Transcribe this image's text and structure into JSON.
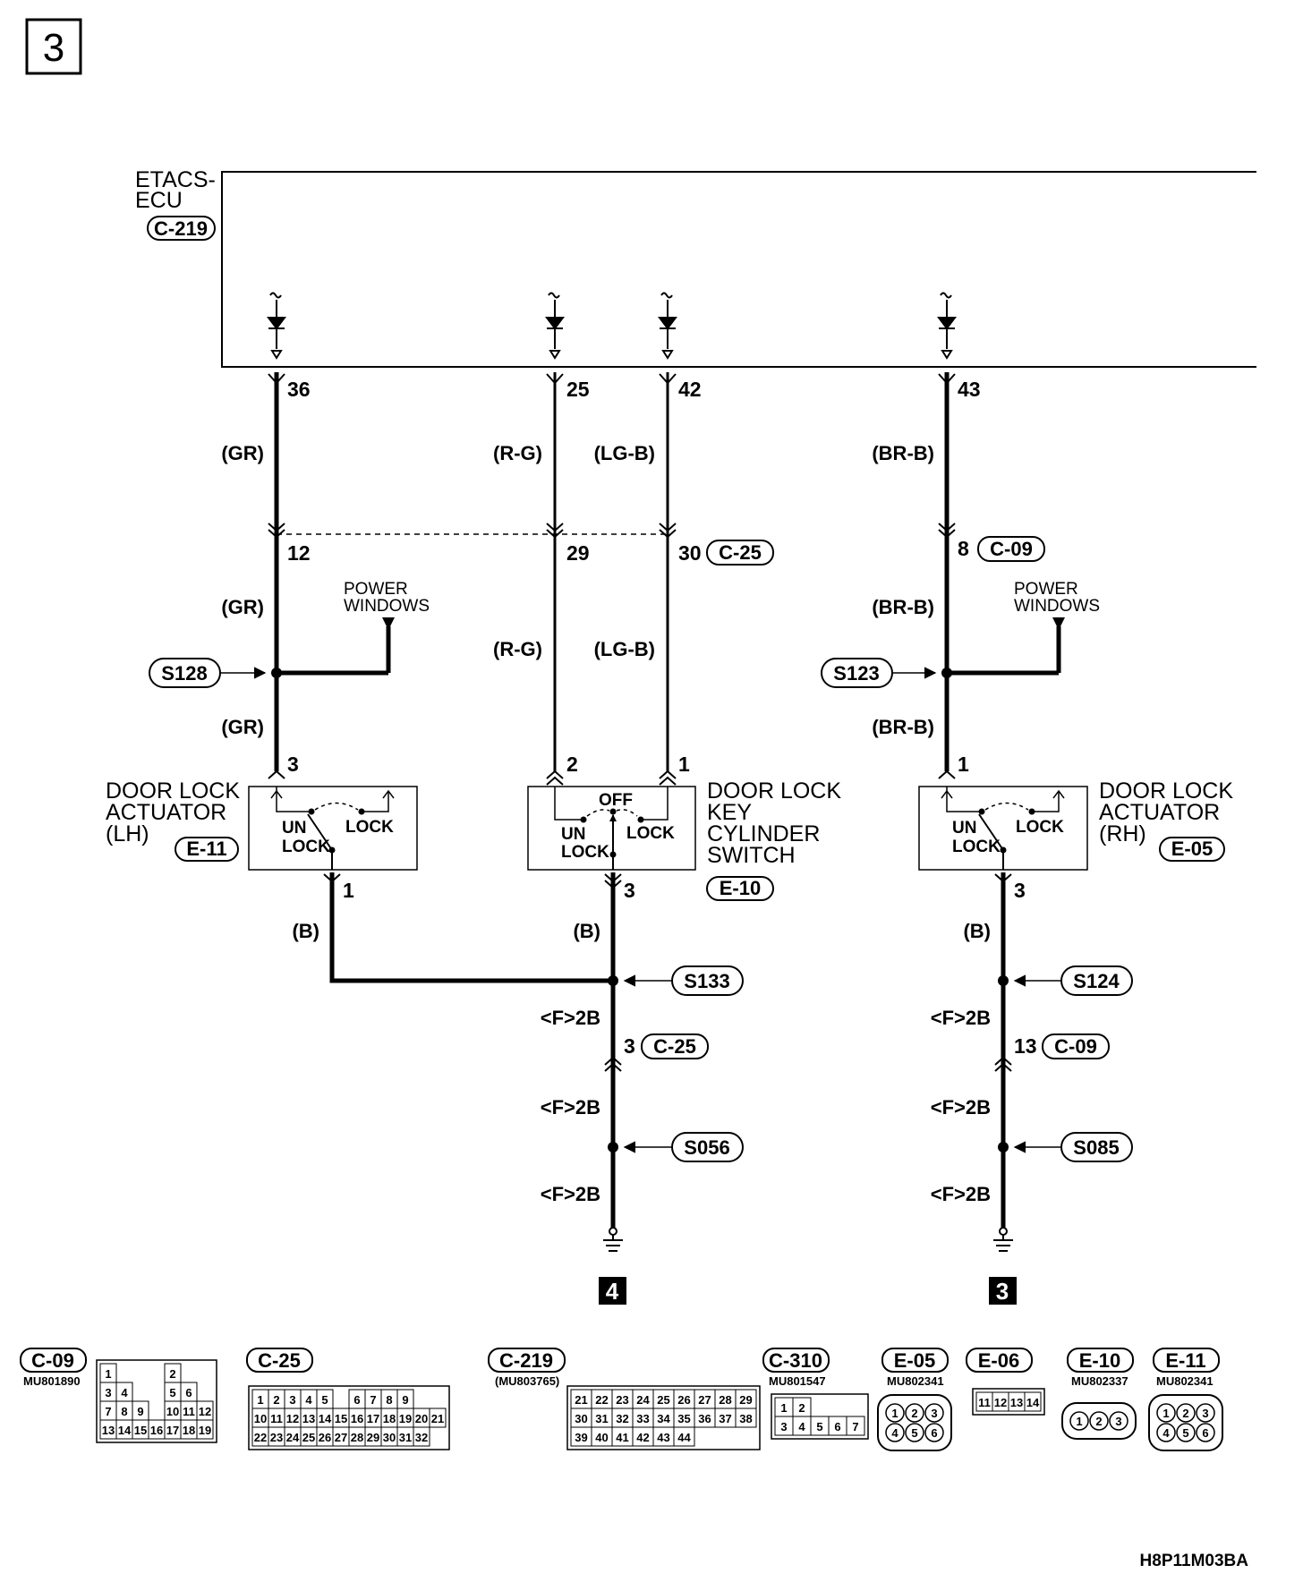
{
  "page_number": "3",
  "figure_code": "H8P11M03BA",
  "ecu": {
    "name_line1": "ETACS-",
    "name_line2": "ECU",
    "connector": "C-219"
  },
  "ecu_pins": {
    "p36": "36",
    "p25": "25",
    "p42": "42",
    "p43": "43"
  },
  "wire_colors": {
    "gr": "(GR)",
    "rg": "(R-G)",
    "lgb": "(LG-B)",
    "brb": "(BR-B)",
    "b": "(B)",
    "f2b": "<F>2B"
  },
  "intermediate": {
    "p12": "12",
    "p29": "29",
    "p30": "30",
    "c25": "C-25",
    "p8": "8",
    "c09": "C-09"
  },
  "power_windows": {
    "line1": "POWER",
    "line2": "WINDOWS"
  },
  "splices": {
    "s128": "S128",
    "s123": "S123",
    "s133": "S133",
    "s124": "S124",
    "s056": "S056",
    "s085": "S085"
  },
  "actuator_lh": {
    "line1": "DOOR LOCK",
    "line2": "ACTUATOR",
    "line3": "(LH)",
    "connector": "E-11",
    "pin_in": "3",
    "pin_out": "1",
    "un": "UN",
    "lock_a": "LOCK",
    "lock_b": "LOCK"
  },
  "key_cyl": {
    "line1": "DOOR LOCK",
    "line2": "KEY",
    "line3": "CYLINDER",
    "line4": "SWITCH",
    "connector": "E-10",
    "pin_a": "2",
    "pin_b": "1",
    "pin_out": "3",
    "off": "OFF",
    "un": "UN",
    "lock_a": "LOCK",
    "lock_b": "LOCK"
  },
  "actuator_rh": {
    "line1": "DOOR LOCK",
    "line2": "ACTUATOR",
    "line3": "(RH)",
    "connector": "E-05",
    "pin_in": "1",
    "pin_out": "3",
    "un": "UN",
    "lock_a": "LOCK",
    "lock_b": "LOCK"
  },
  "ground_c25": {
    "pin": "3",
    "connector": "C-25"
  },
  "ground_c09": {
    "pin": "13",
    "connector": "C-09"
  },
  "ground_labels": {
    "left": "4",
    "right": "3"
  },
  "connectors": {
    "c09": {
      "name": "C-09",
      "part": "MU801890"
    },
    "c25": {
      "name": "C-25"
    },
    "c219": {
      "name": "C-219",
      "part": "(MU803765)"
    },
    "c310": {
      "name": "C-310",
      "part": "MU801547"
    },
    "e05": {
      "name": "E-05",
      "part": "MU802341"
    },
    "e06": {
      "name": "E-06"
    },
    "e10": {
      "name": "E-10",
      "part": "MU802337"
    },
    "e11": {
      "name": "E-11",
      "part": "MU802341"
    }
  },
  "connector_pins": {
    "c09": [
      [
        "1",
        "",
        "",
        "",
        "2",
        ""
      ],
      [
        "3",
        "4",
        "",
        "",
        "5",
        "6"
      ],
      [
        "7",
        "8",
        "9",
        "",
        "10",
        "11",
        "12"
      ],
      [
        "13",
        "14",
        "15",
        "16",
        "17",
        "18",
        "19"
      ]
    ],
    "c25": [
      [
        "1",
        "2",
        "3",
        "4",
        "5",
        "",
        "6",
        "7",
        "8",
        "9"
      ],
      [
        "10",
        "11",
        "12",
        "13",
        "14",
        "15",
        "16",
        "17",
        "18",
        "19",
        "20",
        "21"
      ],
      [
        "22",
        "23",
        "24",
        "25",
        "26",
        "27",
        "28",
        "29",
        "30",
        "31",
        "32"
      ]
    ],
    "c219": [
      [
        "21",
        "22",
        "23",
        "24",
        "25",
        "26",
        "27",
        "28",
        "29"
      ],
      [
        "30",
        "31",
        "32",
        "33",
        "34",
        "35",
        "36",
        "37",
        "38"
      ],
      [
        "39",
        "40",
        "41",
        "42",
        "43",
        "44"
      ]
    ],
    "c310": [
      [
        "1",
        "2"
      ],
      [
        "3",
        "4",
        "5",
        "6",
        "7"
      ]
    ],
    "e05": [
      "1",
      "2",
      "3",
      "4",
      "5",
      "6"
    ],
    "e06": [
      "11",
      "12",
      "13",
      "14"
    ],
    "e10": [
      "1",
      "2",
      "3"
    ],
    "e11": [
      "1",
      "2",
      "3",
      "4",
      "5",
      "6"
    ]
  }
}
